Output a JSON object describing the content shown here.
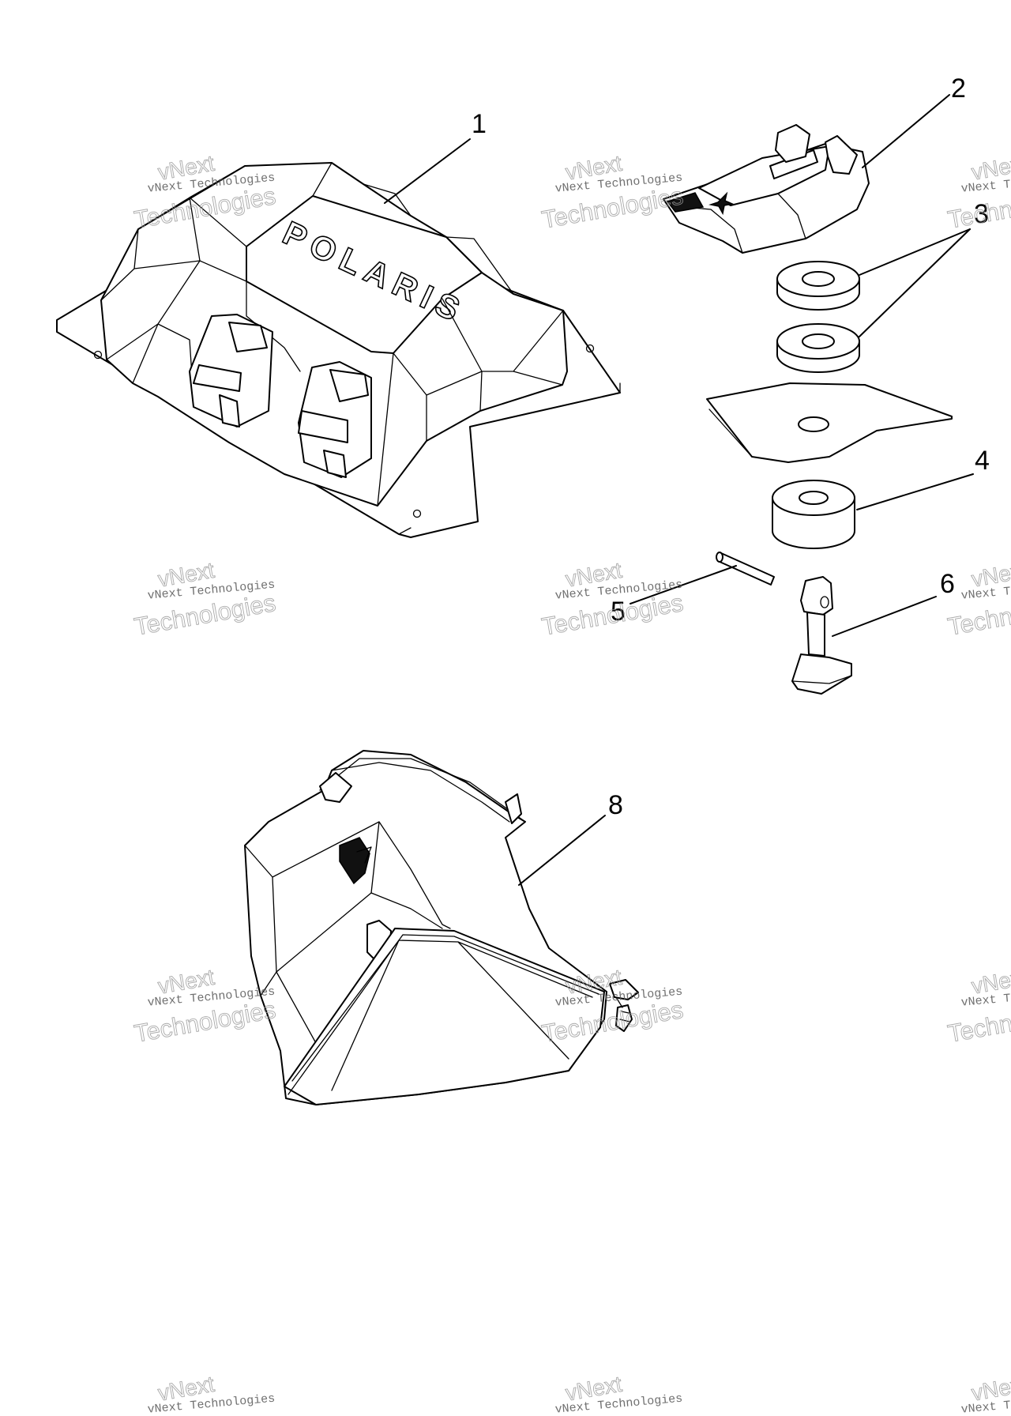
{
  "diagram": {
    "brand_text": "POLARIS",
    "callouts": [
      {
        "id": "1",
        "label": "1"
      },
      {
        "id": "2",
        "label": "2"
      },
      {
        "id": "3",
        "label": "3"
      },
      {
        "id": "4",
        "label": "4"
      },
      {
        "id": "5",
        "label": "5"
      },
      {
        "id": "6",
        "label": "6"
      },
      {
        "id": "8",
        "label": "8"
      }
    ]
  },
  "watermark": {
    "line1": "vNext Technologies",
    "line2": "Technologies",
    "logo": "vNext",
    "color": "#9a9a9a"
  }
}
